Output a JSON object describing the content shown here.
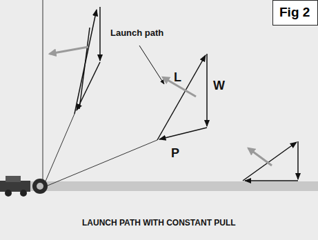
{
  "diagram": {
    "caption": "LAUNCH PATH WITH CONSTANT PULL",
    "nodes": [
      {
        "text": [
          "Fig 2"
        ]
      }
    ],
    "labels": [
      "Launch path",
      "L",
      "W",
      "P"
    ]
  }
}
